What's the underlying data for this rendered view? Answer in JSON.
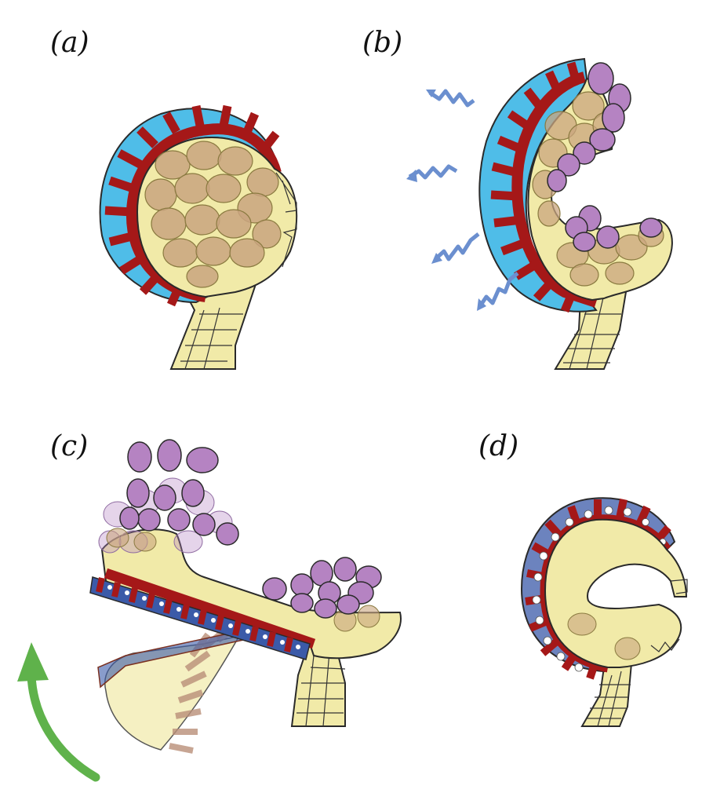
{
  "panels": [
    {
      "id": "a",
      "label": "(a)"
    },
    {
      "id": "b",
      "label": "(b)"
    },
    {
      "id": "c",
      "label": "(c)"
    },
    {
      "id": "d",
      "label": "(d)"
    }
  ],
  "colors": {
    "wall_red": "#a51818",
    "cell_blue": "#4fbde8",
    "cell_darkblue": "#3b5aa8",
    "tissue_yellow": "#f1eaa8",
    "spore_tan": "#c9a57f",
    "spore_purple": "#b583c2",
    "wave_blue": "#6b8fcf",
    "arrow_green": "#5fb24b",
    "outline": "#2a2a2a"
  }
}
